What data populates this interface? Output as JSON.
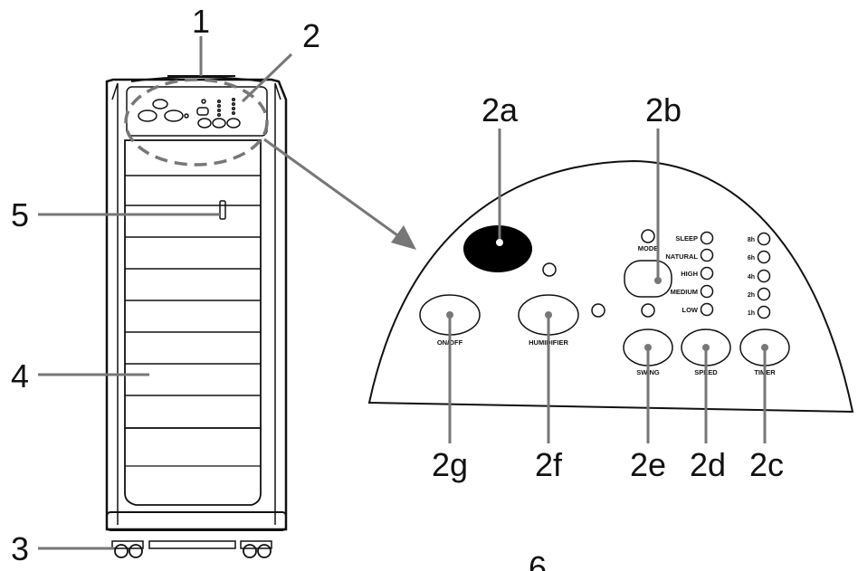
{
  "callouts": {
    "c1": "1",
    "c2": "2",
    "c3": "3",
    "c4": "4",
    "c5": "5",
    "c6": "6",
    "c2a": "2a",
    "c2b": "2b",
    "c2c": "2c",
    "c2d": "2d",
    "c2e": "2e",
    "c2f": "2f",
    "c2g": "2g"
  },
  "panel": {
    "mode": "MODE",
    "modes": [
      "SLEEP",
      "NATURAL",
      "HIGH",
      "MEDIUM",
      "LOW"
    ],
    "timers": [
      "8h",
      "6h",
      "4h",
      "2h",
      "1h"
    ],
    "buttons": {
      "onoff": "ON/OFF",
      "humidifier": "HUMIDIFIER",
      "swing": "SWING",
      "speed": "SPEED",
      "timer": "TIMER"
    }
  },
  "colors": {
    "line": "#111111",
    "leader": "#777777",
    "display": "#000000"
  }
}
